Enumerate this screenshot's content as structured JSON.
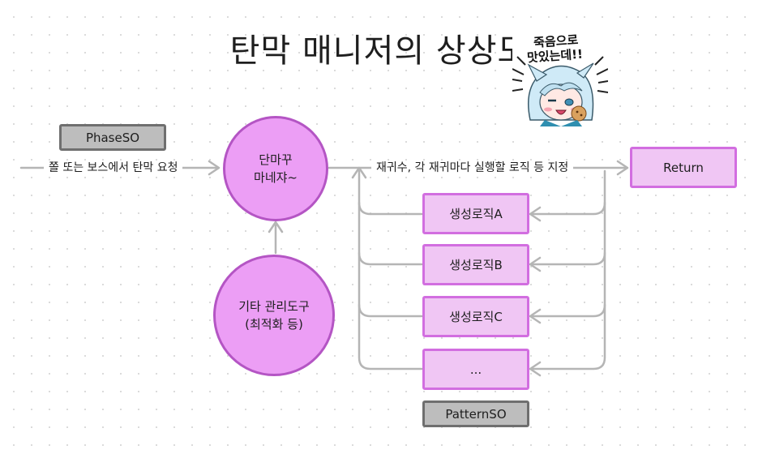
{
  "title": "탄막 매니저의 상상도",
  "sticker": {
    "line1": "죽음으로",
    "line2": "맛있는데!!"
  },
  "edge_labels": {
    "request": "쫄 또는 보스에서 탄막 요청",
    "spec": "재귀수, 각 재귀마다 실행할 로직 등 지정"
  },
  "nodes": {
    "phaseso": "PhaseSO",
    "manager_line1": "단마꾸",
    "manager_line2": "마네쟈~",
    "tools_line1": "기타 관리도구",
    "tools_line2": "(최적화 등)",
    "return": "Return",
    "logic_a": "생성로직A",
    "logic_b": "생성로직B",
    "logic_c": "생성로직C",
    "logic_more": "...",
    "patternso": "PatternSO"
  },
  "colors": {
    "circle_fill": "#ec9ef5",
    "circle_border": "#b455c4",
    "box_fill": "#f0c6f4",
    "box_border": "#d26ee0",
    "gray_fill": "#bdbdbd",
    "gray_border": "#6f6f6f",
    "edge": "#b5b5b5"
  }
}
